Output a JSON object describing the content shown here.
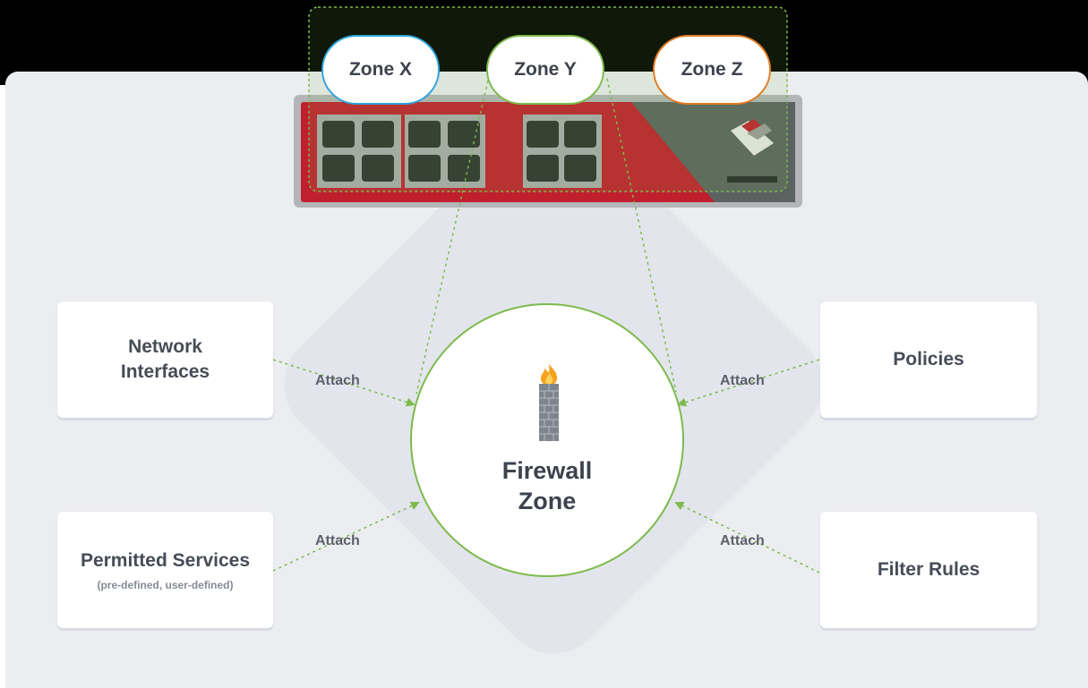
{
  "zones": [
    {
      "label": "Zone X",
      "color": "#2fa3d9"
    },
    {
      "label": "Zone Y",
      "color": "#7dba4c"
    },
    {
      "label": "Zone Z",
      "color": "#e07b24"
    }
  ],
  "center": {
    "title": "Firewall\nZone",
    "icon": "firewall-icon",
    "border_color": "#7dba4c"
  },
  "cards": {
    "network_interfaces": {
      "title": "Network\nInterfaces"
    },
    "permitted_services": {
      "title": "Permitted Services",
      "subtitle": "(pre-defined, user-defined)"
    },
    "policies": {
      "title": "Policies"
    },
    "filter_rules": {
      "title": "Filter Rules"
    }
  },
  "connector_label": "Attach",
  "device": {
    "icon": "firewall-appliance-icon",
    "body_color": "#c0202e",
    "panel_color": "#5b6260"
  },
  "colors": {
    "connector": "#7dba4c",
    "background": "#ecedf1",
    "text": "#474c57"
  }
}
